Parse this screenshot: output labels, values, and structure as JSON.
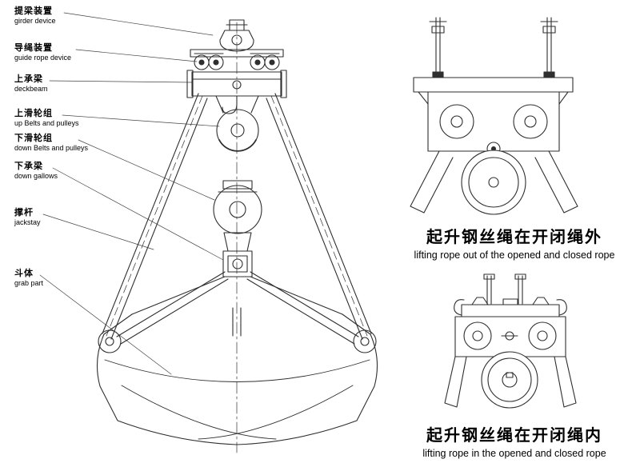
{
  "colors": {
    "line": "#2f2f2f",
    "background": "#ffffff",
    "text": "#000000"
  },
  "labels": [
    {
      "zh": "提梁装置",
      "en": "girder device"
    },
    {
      "zh": "导绳装置",
      "en": "guide rope device"
    },
    {
      "zh": "上承梁",
      "en": "deckbeam"
    },
    {
      "zh": "上滑轮组",
      "en": "up Belts and pulleys"
    },
    {
      "zh": "下滑轮组",
      "en": "down Belts and pulleys"
    },
    {
      "zh": "下承梁",
      "en": "down gallows"
    },
    {
      "zh": "撑杆",
      "en": "jackstay"
    },
    {
      "zh": "斗体",
      "en": "grab part"
    }
  ],
  "captions": [
    {
      "zh": "起升钢丝绳在开闭绳外",
      "en": "lifting rope out of the opened and closed rope"
    },
    {
      "zh": "起升钢丝绳在开闭绳内",
      "en": "lifting rope in the opened and closed rope"
    }
  ]
}
